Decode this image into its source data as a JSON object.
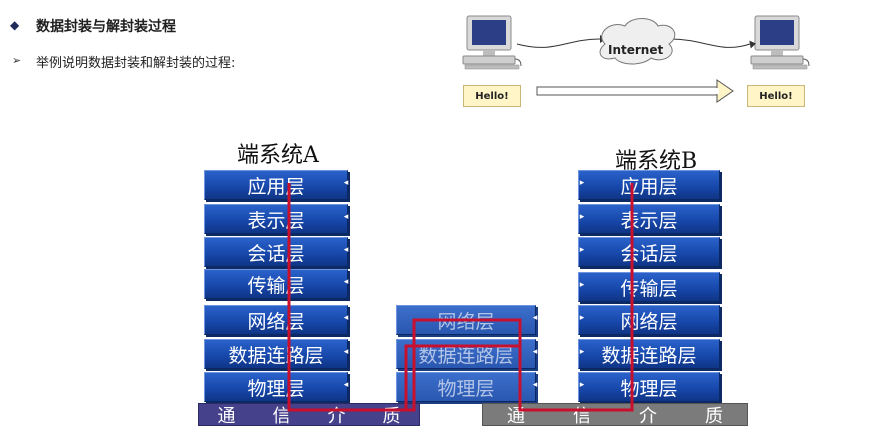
{
  "heading": {
    "bullet": "◆",
    "title": "数据封装与解封装过程",
    "sub_bullet": "➢",
    "subtitle": "举例说明数据封装和解封装的过程:"
  },
  "illustration": {
    "cloud_label": "Internet",
    "left_tag": "Hello!",
    "right_tag": "Hello!"
  },
  "system_a": {
    "title": "端系统A",
    "layers": [
      "应用层",
      "表示层",
      "会话层",
      "传输层",
      "网络层",
      "数据连路层",
      "物理层"
    ]
  },
  "system_b": {
    "title": "端系统B",
    "layers": [
      "应用层",
      "表示层",
      "会话层",
      "传输层",
      "网络层",
      "数据连路层",
      "物理层"
    ]
  },
  "intermediate": {
    "layers": [
      "网络层",
      "数据连路层",
      "物理层"
    ]
  },
  "medium": {
    "left_chars": [
      "通",
      "信",
      "介",
      "质"
    ],
    "right_chars": [
      "通",
      "信",
      "介",
      "质"
    ]
  },
  "colors": {
    "layer_blue": "#1646a8",
    "path_red": "#c8102e",
    "medium_left": "#46418b",
    "medium_right": "#7b7b7b"
  }
}
